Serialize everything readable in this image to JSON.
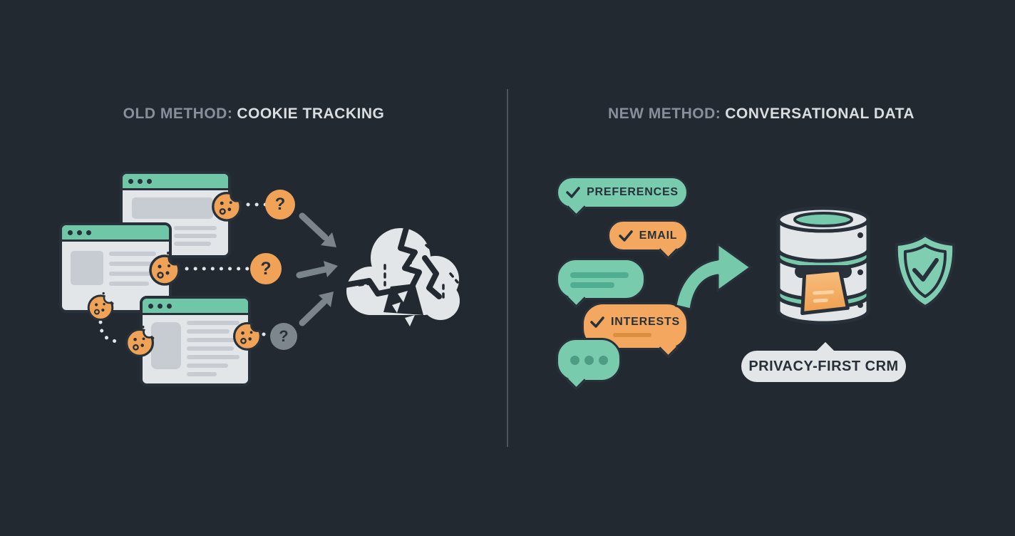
{
  "diagram": {
    "left": {
      "title_prefix": "OLD METHOD:",
      "title_main": "COOKIE TRACKING"
    },
    "right": {
      "title_prefix": "NEW METHOD:",
      "title_main": "CONVERSATIONAL DATA",
      "bubbles": [
        {
          "label": "PREFERENCES"
        },
        {
          "label": "EMAIL"
        },
        {
          "label": "INTERESTS"
        }
      ],
      "crm_label": "PRIVACY-FIRST CRM"
    },
    "icons": {
      "question_mark": "?",
      "check": "✓"
    },
    "colors": {
      "background": "#222931",
      "teal": "#77c9ac",
      "orange": "#f0a356",
      "light_gray": "#e2e6e9",
      "outline_dark": "#28313a",
      "arrow_gray": "#7b838b",
      "title_muted": "#87909a",
      "title_light": "#d9dde1"
    }
  }
}
